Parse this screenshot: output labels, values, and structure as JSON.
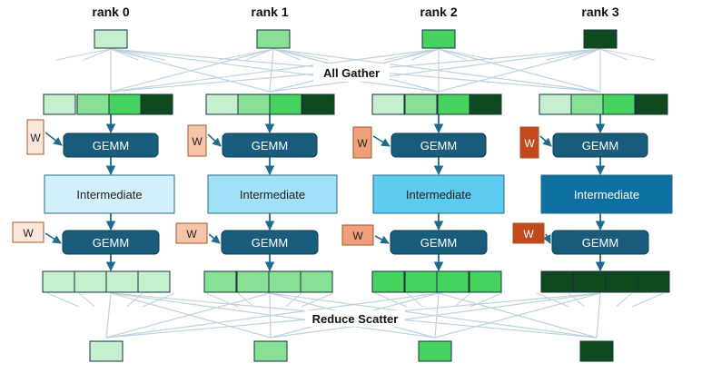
{
  "rank_labels": [
    "rank 0",
    "rank 1",
    "rank 2",
    "rank 3"
  ],
  "all_gather_label": "All Gather",
  "reduce_scatter_label": "Reduce Scatter",
  "gemm_label": "GEMM",
  "intermediate_label": "Intermediate",
  "weight_label": "W",
  "colors": {
    "rank_shades": [
      "#c6efce",
      "#88e094",
      "#45d25f",
      "#0f4a1e"
    ],
    "intermediate_fills": [
      "#d1f0fb",
      "#a3e1f8",
      "#5dcaf0",
      "#0e6fa1"
    ],
    "intermediate_text": [
      "#222222",
      "#222222",
      "#222222",
      "#ffffff"
    ],
    "weight_fills": [
      "#fce8da",
      "#f6c4a7",
      "#ef9f79",
      "#c1491b"
    ],
    "gemm_fill": "#1a5c7c",
    "gemm_text": "#ffffff",
    "arrow": "#1f6b8f",
    "fanout_line": "#bcd3de",
    "border": "#1a3040"
  }
}
